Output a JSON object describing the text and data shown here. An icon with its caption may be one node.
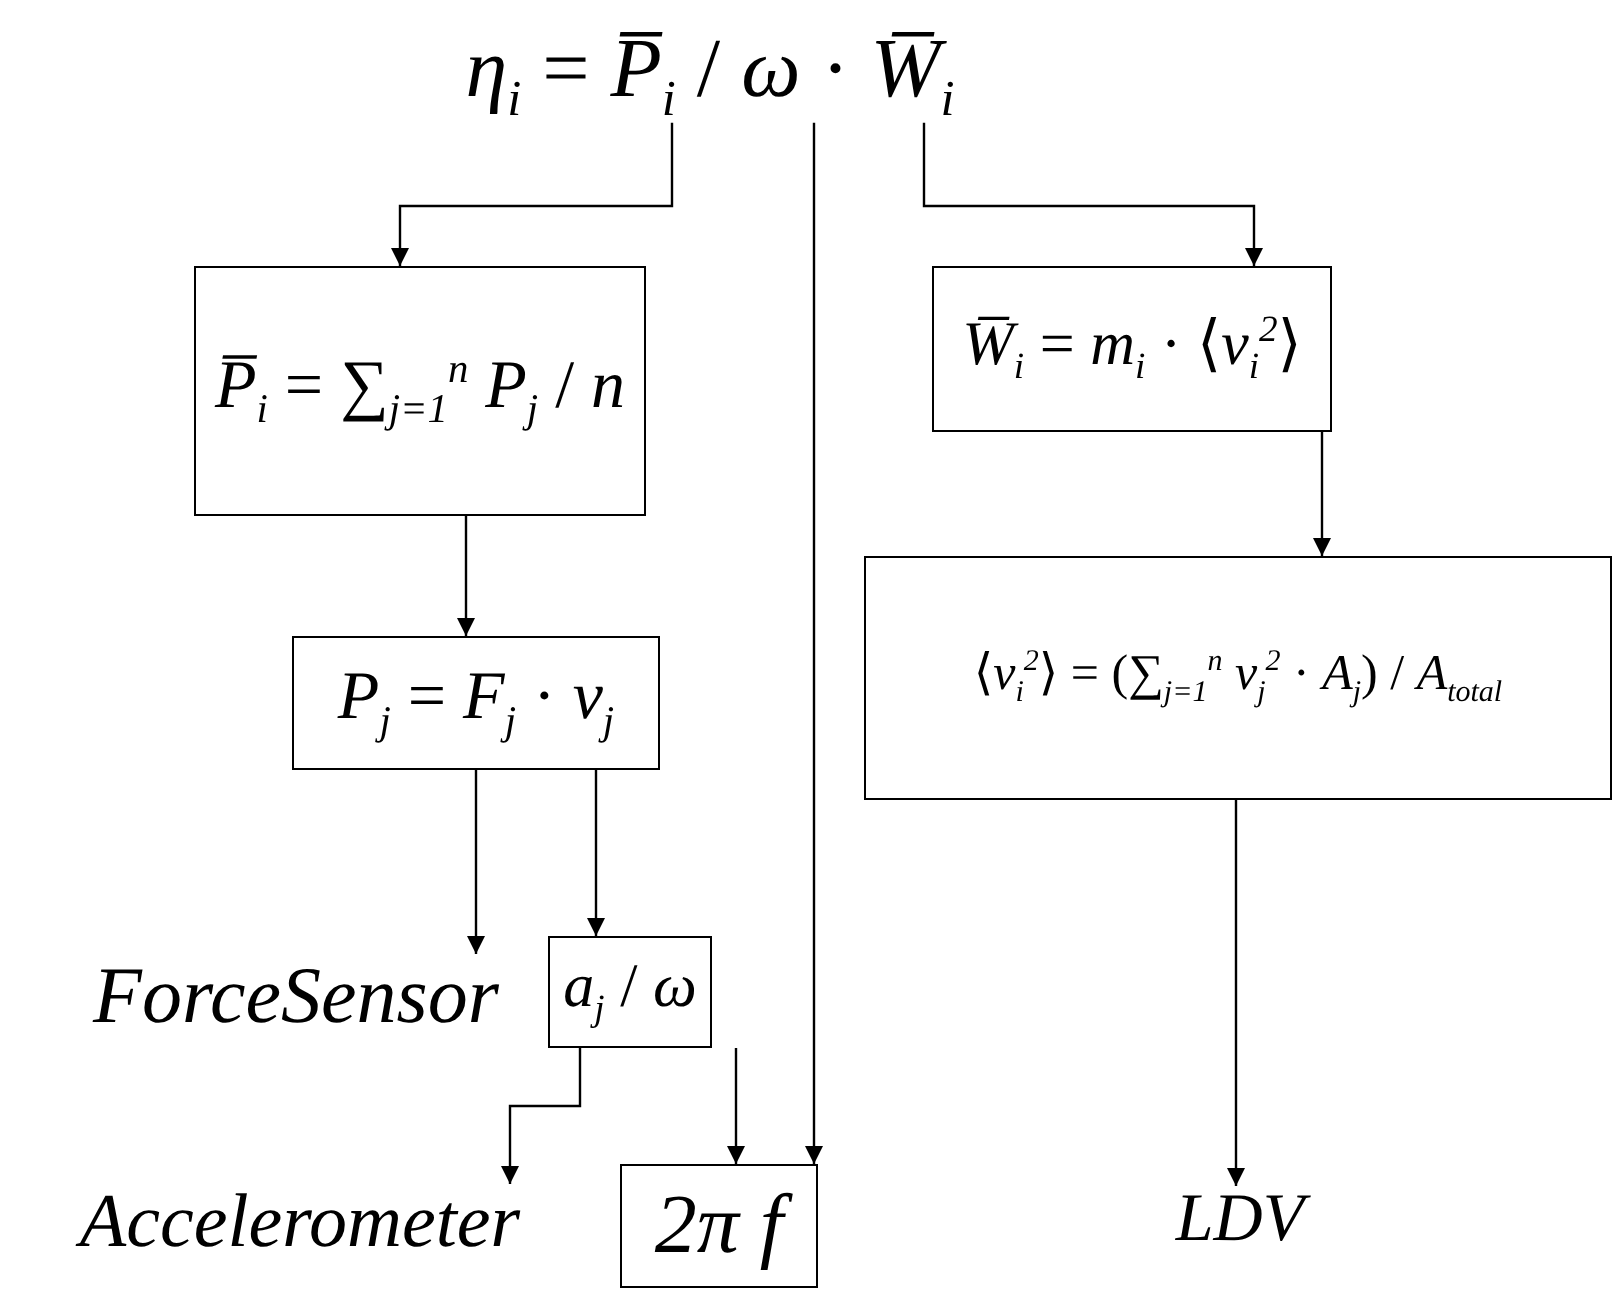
{
  "diagram": {
    "nodes": [
      {
        "text": [
          "*η*$_{i}$ = *P̅*$_{i}$ / *ω* · *W̅*$_{i}$"
        ]
      },
      {
        "text": [
          "*P̅*$_{i}$ = ∑$_{j=1}$$^{n}$ *P*$_{j}$ / *n*"
        ]
      },
      {
        "text": [
          "*W̅*$_{i}$ = *m*$_{i}$ · ⟨*v*$_{i}$$^{2}$⟩"
        ]
      },
      {
        "text": [
          "*P*$_{j}$ = *F*$_{j}$ · *v*$_{j}$"
        ]
      },
      {
        "text": [
          "⟨*v*$_{i}$$^{2}$⟩ = (∑$_{j=1}$$^{n}$ *v*$_{j}$$^{2}$ · *A*$_{j}$) / *A*$_{total}$"
        ]
      },
      {
        "text": [
          "ForceSensor"
        ]
      },
      {
        "text": [
          "*a*$_{j}$ / *ω*"
        ]
      },
      {
        "text": [
          "Accelerometer"
        ]
      },
      {
        "text": [
          "2π f"
        ]
      },
      {
        "text": [
          "LDV"
        ]
      }
    ],
    "edges": [
      {
        "from": 0,
        "to": 1,
        "arrow": "to"
      },
      {
        "from": 0,
        "to": 2,
        "arrow": "to"
      },
      {
        "from": 0,
        "to": 8,
        "arrow": "to"
      },
      {
        "from": 1,
        "to": 3,
        "arrow": "to"
      },
      {
        "from": 2,
        "to": 4,
        "arrow": "to"
      },
      {
        "from": 3,
        "to": 5,
        "arrow": "to"
      },
      {
        "from": 3,
        "to": 6,
        "arrow": "to"
      },
      {
        "from": 6,
        "to": 7,
        "arrow": "to"
      },
      {
        "from": 6,
        "to": 8,
        "arrow": "to"
      },
      {
        "from": 4,
        "to": 9,
        "arrow": "to"
      }
    ]
  }
}
